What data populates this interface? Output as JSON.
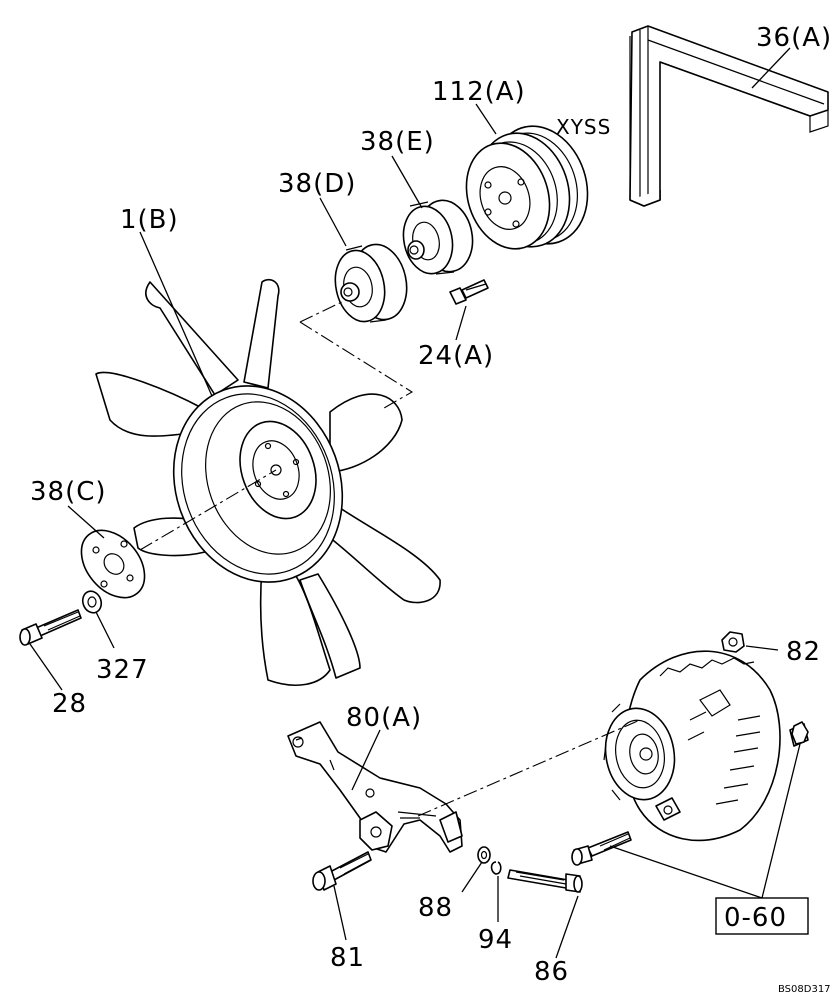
{
  "labels": {
    "belt": "36(A)",
    "pulley": "112(A)",
    "pulley_note": "XYSS",
    "spacer_e": "38(E)",
    "spacer_d": "38(D)",
    "fan": "1(B)",
    "bolt_24a": "24(A)",
    "plate_c": "38(C)",
    "washer_327": "327",
    "bolt_28": "28",
    "nut_82": "82",
    "bracket": "80(A)",
    "bolt_81": "81",
    "washer_88": "88",
    "washer_94": "94",
    "bolt_86": "86",
    "ref_box": "0-60",
    "drawing_code": "BS08D317"
  },
  "icons": [
    "v-belt-icon",
    "pulley-icon",
    "spacer-icon",
    "fan-icon",
    "bolt-icon",
    "washer-icon",
    "alternator-icon",
    "bracket-icon",
    "nut-icon"
  ]
}
